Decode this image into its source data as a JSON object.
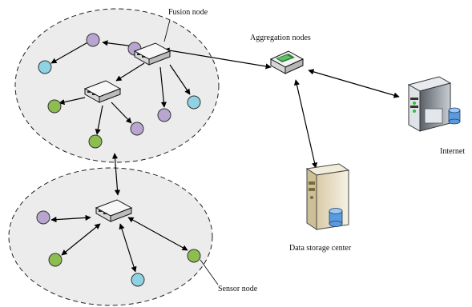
{
  "labels": {
    "fusion_node": "Fusion node",
    "aggregation_nodes": "Aggregation nodes",
    "internet": "Internet",
    "data_storage_center": "Data storage center",
    "sensor_node": "Sensor node"
  },
  "colors": {
    "cluster_fill": "#ececec",
    "purple_node": "#b9a6d0",
    "cyan_node": "#8fd2e4",
    "green_node": "#8dbd4f",
    "edge": "#000000"
  }
}
